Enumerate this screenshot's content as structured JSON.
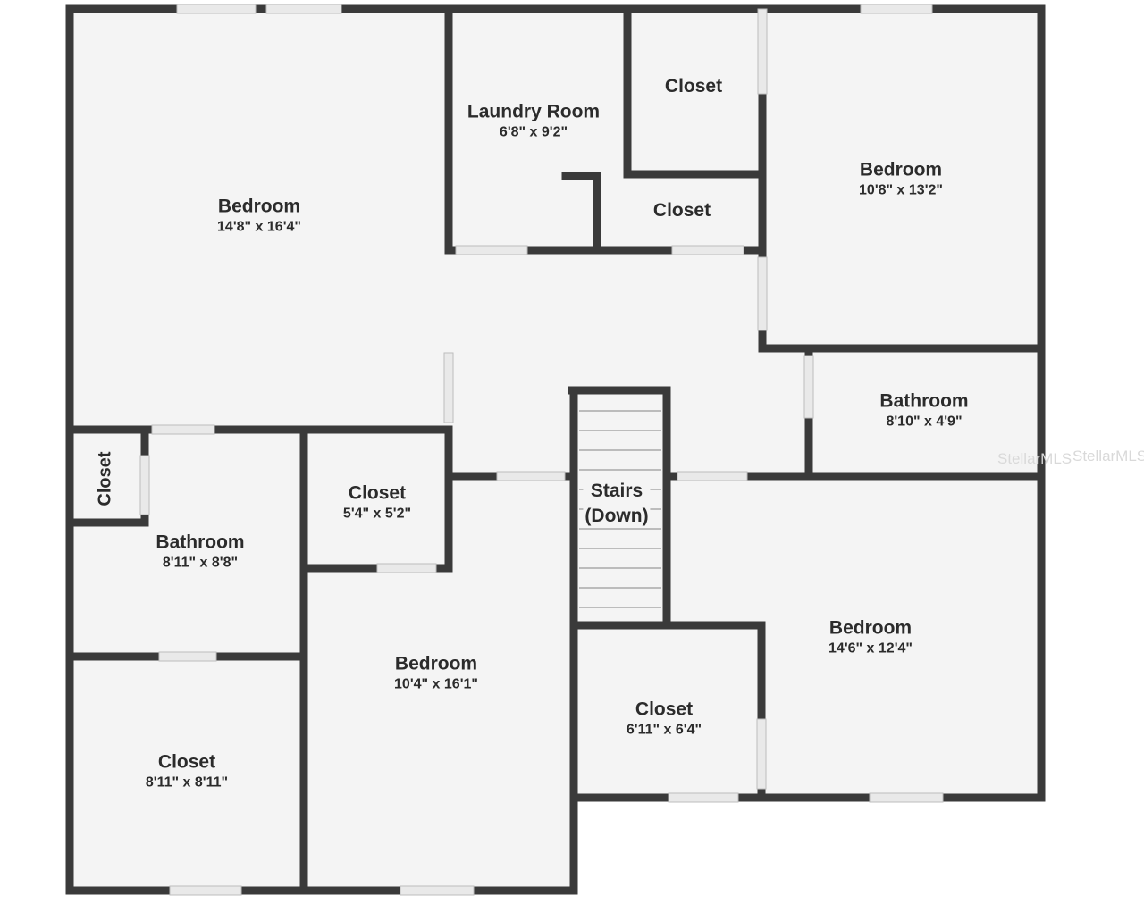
{
  "rooms": {
    "bedroom_nw": {
      "name": "Bedroom",
      "dim": "14'8\" x 16'4\""
    },
    "laundry": {
      "name": "Laundry Room",
      "dim": "6'8\" x 9'2\""
    },
    "closet_top": {
      "name": "Closet"
    },
    "closet_mid": {
      "name": "Closet"
    },
    "bedroom_ne": {
      "name": "Bedroom",
      "dim": "10'8\" x 13'2\""
    },
    "bathroom_e": {
      "name": "Bathroom",
      "dim": "8'10\" x 4'9\""
    },
    "closet_small": {
      "name": "Closet"
    },
    "bathroom_w": {
      "name": "Bathroom",
      "dim": "8'11\" x 8'8\""
    },
    "closet_c": {
      "name": "Closet",
      "dim": "5'4\" x 5'2\""
    },
    "stairs": {
      "name": "Stairs",
      "name2": "(Down)"
    },
    "bedroom_se": {
      "name": "Bedroom",
      "dim": "14'6\" x 12'4\""
    },
    "closet_s": {
      "name": "Closet",
      "dim": "6'11\" x 6'4\""
    },
    "bedroom_s": {
      "name": "Bedroom",
      "dim": "10'4\" x 16'1\""
    },
    "closet_sw": {
      "name": "Closet",
      "dim": "8'11\" x 8'11\""
    }
  },
  "watermarks": [
    "StellarMLS",
    "StellarMLS"
  ],
  "colors": {
    "wall": "#3a3a3a",
    "floor": "#f4f4f4",
    "opening": "#e9e9e9",
    "text": "#2b2b2b"
  }
}
